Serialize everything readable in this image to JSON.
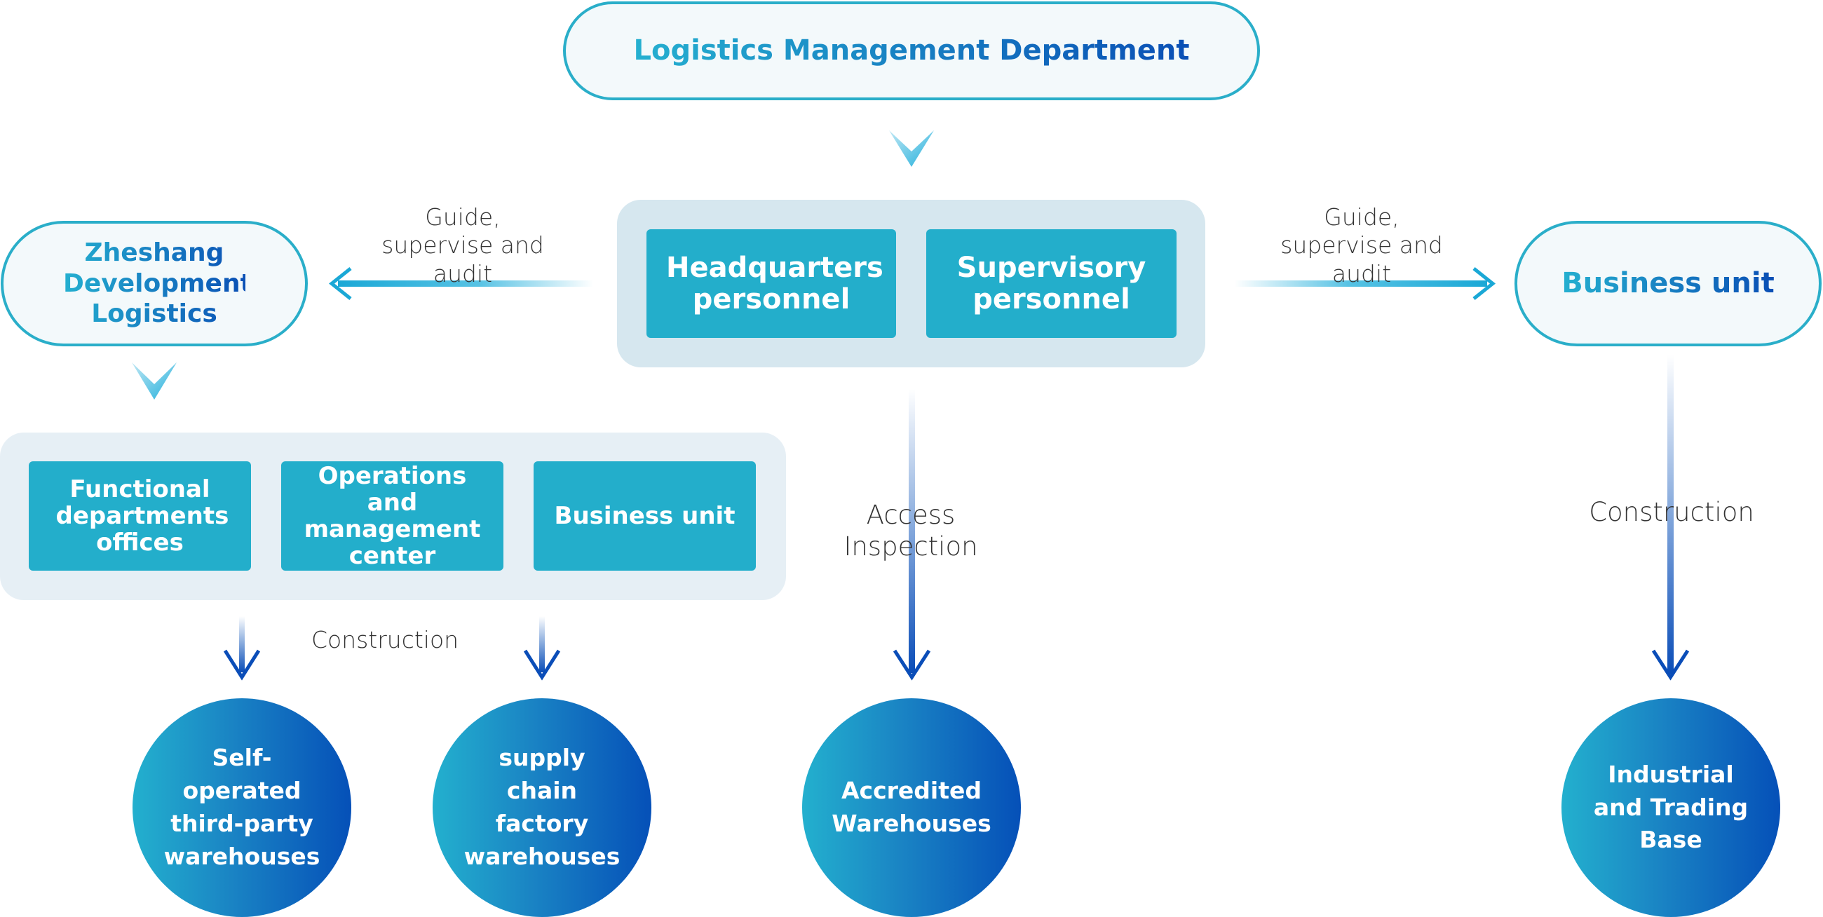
{
  "top": {
    "title": "Logistics Management Department"
  },
  "center_group": {
    "boxes": [
      {
        "label": "Headquarters personnel"
      },
      {
        "label": "Supervisory personnel"
      }
    ]
  },
  "left_entity": {
    "label": "Zheshang Development Logistics"
  },
  "right_entity": {
    "label": "Business unit"
  },
  "edges": {
    "left_guide": "Guide, supervise and audit",
    "right_guide": "Guide, supervise and audit",
    "left_construction": "Construction",
    "access_inspection": "Access Inspection",
    "right_construction": "Construction"
  },
  "left_group": {
    "boxes": [
      {
        "label": "Functional departments offices"
      },
      {
        "label": "Operations and management center"
      },
      {
        "label": "Business unit"
      }
    ]
  },
  "outcomes": [
    {
      "label": "Self-operated third-party warehouses"
    },
    {
      "label": "supply chain factory warehouses"
    },
    {
      "label": "Accredited Warehouses"
    },
    {
      "label": "Industrial and Trading Base"
    }
  ],
  "colors": {
    "pill_border": "#2aaec9",
    "pill_fill": "#f3f9fb",
    "box_fill": "#23aecb",
    "center_group_bg": "#d6e7ef",
    "left_group_bg": "#e6eff5",
    "circle_start": "#23b0ce",
    "circle_end": "#0550b8"
  }
}
